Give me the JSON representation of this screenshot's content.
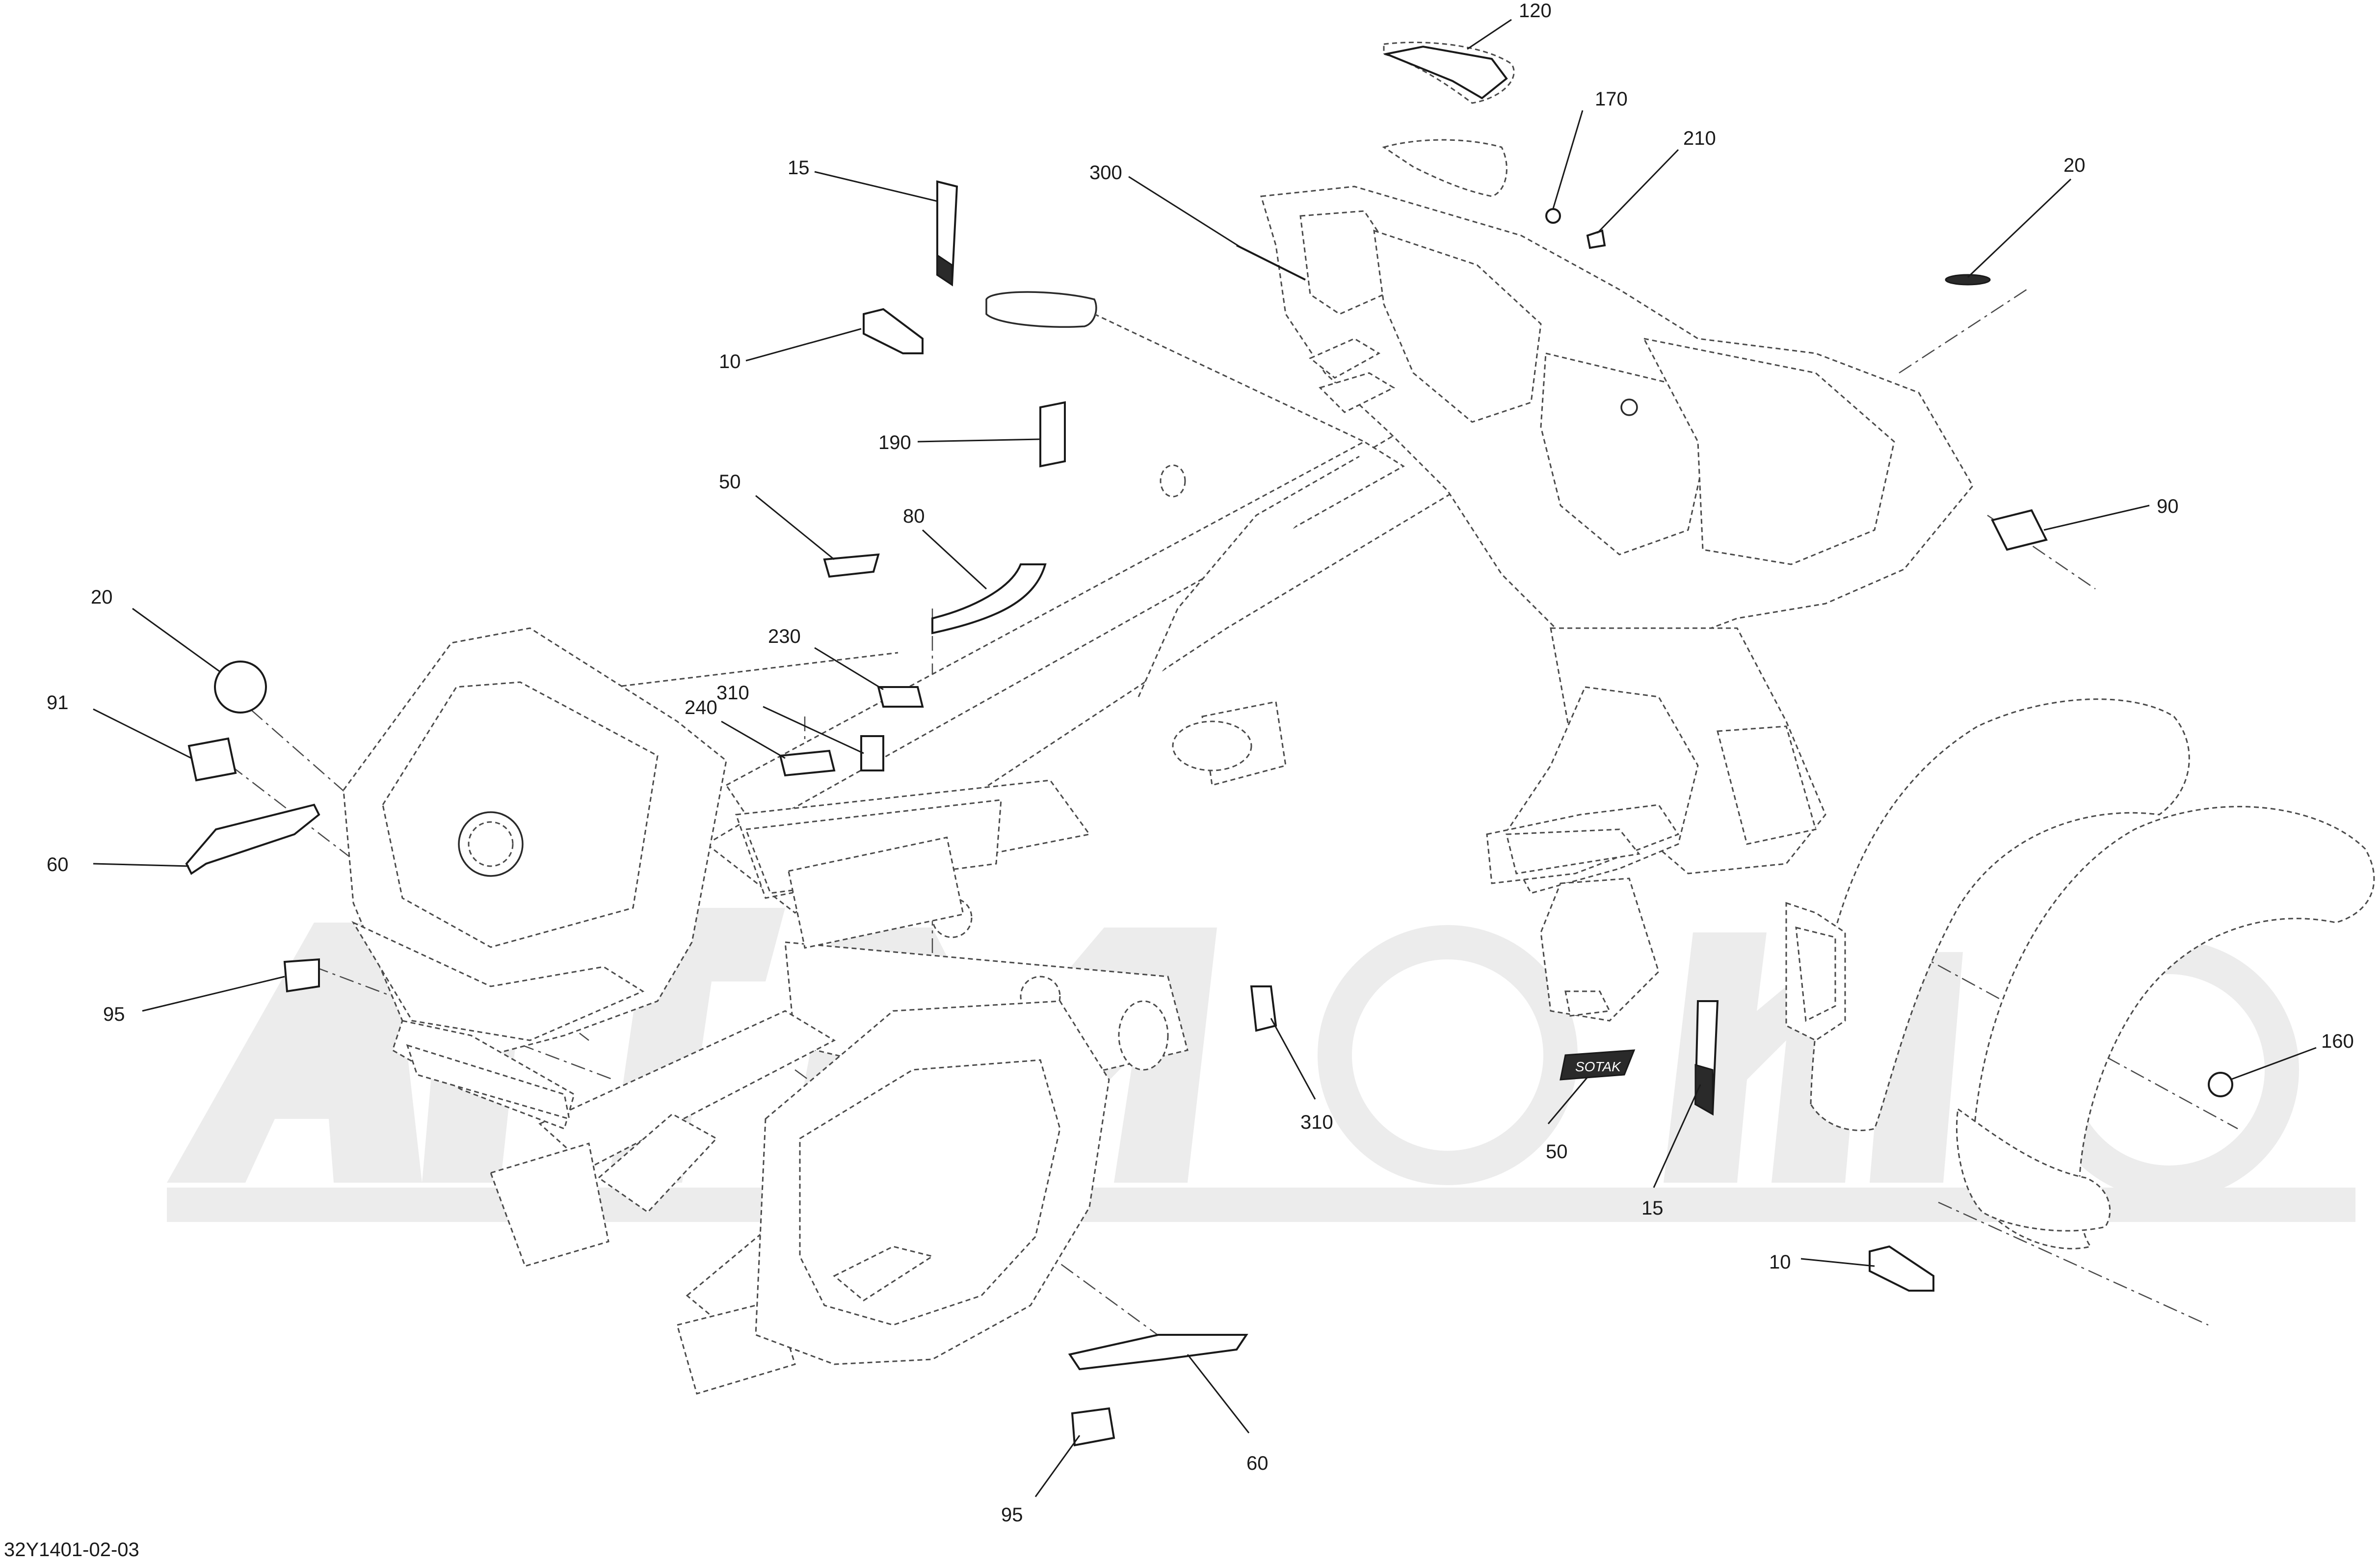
{
  "drawing_code": "32Y1401-02-03",
  "watermark": "AutoMoto",
  "callouts": [
    {
      "id": "c120",
      "label": "120"
    },
    {
      "id": "c170",
      "label": "170"
    },
    {
      "id": "c210",
      "label": "210"
    },
    {
      "id": "c20-top",
      "label": "20"
    },
    {
      "id": "c300",
      "label": "300"
    },
    {
      "id": "c15-top",
      "label": "15"
    },
    {
      "id": "c10-top",
      "label": "10"
    },
    {
      "id": "c190",
      "label": "190"
    },
    {
      "id": "c50-top",
      "label": "50"
    },
    {
      "id": "c80",
      "label": "80"
    },
    {
      "id": "c90",
      "label": "90"
    },
    {
      "id": "c20-left",
      "label": "20"
    },
    {
      "id": "c230",
      "label": "230"
    },
    {
      "id": "c310-top",
      "label": "310"
    },
    {
      "id": "c240",
      "label": "240"
    },
    {
      "id": "c91",
      "label": "91"
    },
    {
      "id": "c60-left",
      "label": "60"
    },
    {
      "id": "c95-left",
      "label": "95"
    },
    {
      "id": "c160",
      "label": "160"
    },
    {
      "id": "c310-mid",
      "label": "310"
    },
    {
      "id": "c50-mid",
      "label": "50"
    },
    {
      "id": "c15-mid",
      "label": "15"
    },
    {
      "id": "c10-bottom",
      "label": "10"
    },
    {
      "id": "c60-bottom",
      "label": "60"
    },
    {
      "id": "c95-bottom",
      "label": "95"
    }
  ],
  "decal_texts": {
    "badge_50": "SOTAK"
  }
}
